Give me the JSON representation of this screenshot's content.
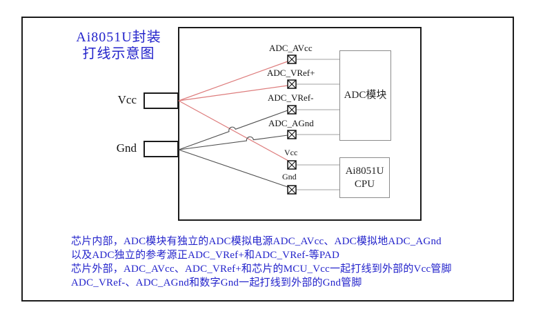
{
  "title": {
    "line1": "Ai8051U封装",
    "line2": "打线示意图"
  },
  "external_pins": {
    "vcc": "Vcc",
    "gnd": "Gnd"
  },
  "pad_labels": {
    "adc_avcc": "ADC_AVcc",
    "adc_vrefp": "ADC_VRef+",
    "adc_vrefn": "ADC_VRef-",
    "adc_agnd": "ADC_AGnd",
    "vcc": "Vcc",
    "gnd": "Gnd"
  },
  "blocks": {
    "adc_module": "ADC模块",
    "cpu_line1": "Ai8051U",
    "cpu_line2": "CPU"
  },
  "notes": {
    "line1": "芯片内部，ADC模块有独立的ADC模拟电源ADC_AVcc、ADC模拟地ADC_AGnd",
    "line2": "以及ADC独立的参考源正ADC_VRef+和ADC_VRef-等PAD",
    "line3": "芯片外部，ADC_AVcc、ADC_VRef+和芯片的MCU_Vcc一起打线到外部的Vcc管脚",
    "line4": "ADC_VRef-、ADC_AGnd和数字Gnd一起打线到外部的Gnd管脚"
  },
  "colors": {
    "text_blue": "#2323cb",
    "wire_red": "#dd7b7b",
    "wire_dark": "#4d4d4d",
    "connector_gray": "#a0a0a0",
    "border_black": "#1a1a1a",
    "box_border_gray": "#8a8a8a"
  }
}
